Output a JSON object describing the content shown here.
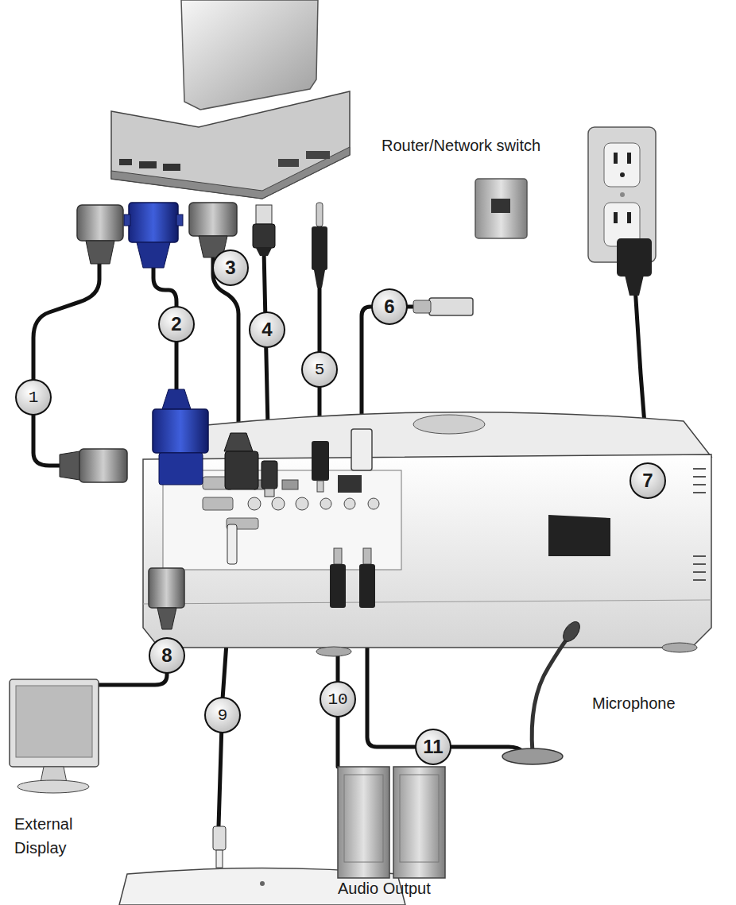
{
  "diagram": {
    "labels": [
      "1",
      "2",
      "3",
      "4",
      "5",
      "6",
      "Router/Network switch",
      "7",
      "8",
      "External Display",
      "9",
      "10",
      "Audio Output",
      "11",
      "Microphone"
    ]
  }
}
